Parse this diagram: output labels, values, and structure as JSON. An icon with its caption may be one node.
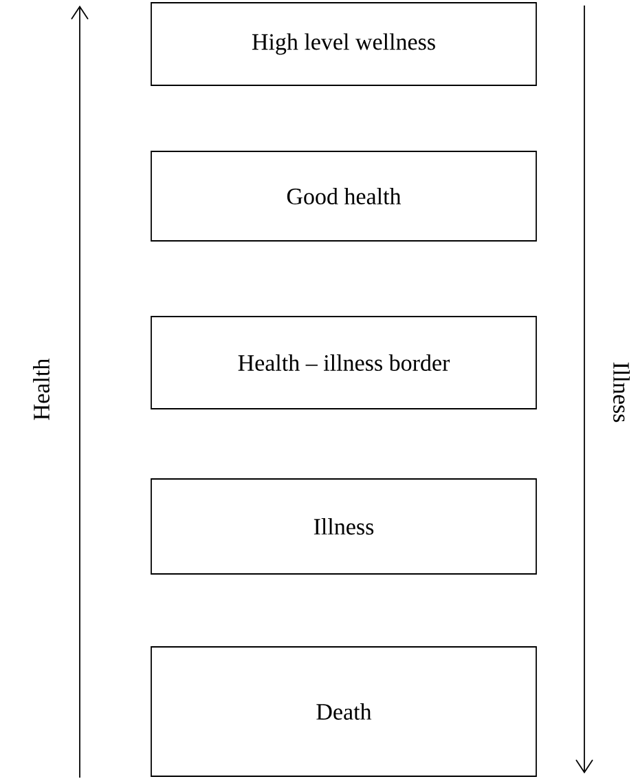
{
  "diagram": {
    "nodes": [
      {
        "text": [
          "High level wellness"
        ]
      },
      {
        "text": [
          "Good health"
        ]
      },
      {
        "text": [
          "Health – illness border"
        ]
      },
      {
        "text": [
          "Illness"
        ]
      },
      {
        "text": [
          "Death"
        ]
      }
    ],
    "labels": [
      "Health",
      "Illness"
    ]
  }
}
